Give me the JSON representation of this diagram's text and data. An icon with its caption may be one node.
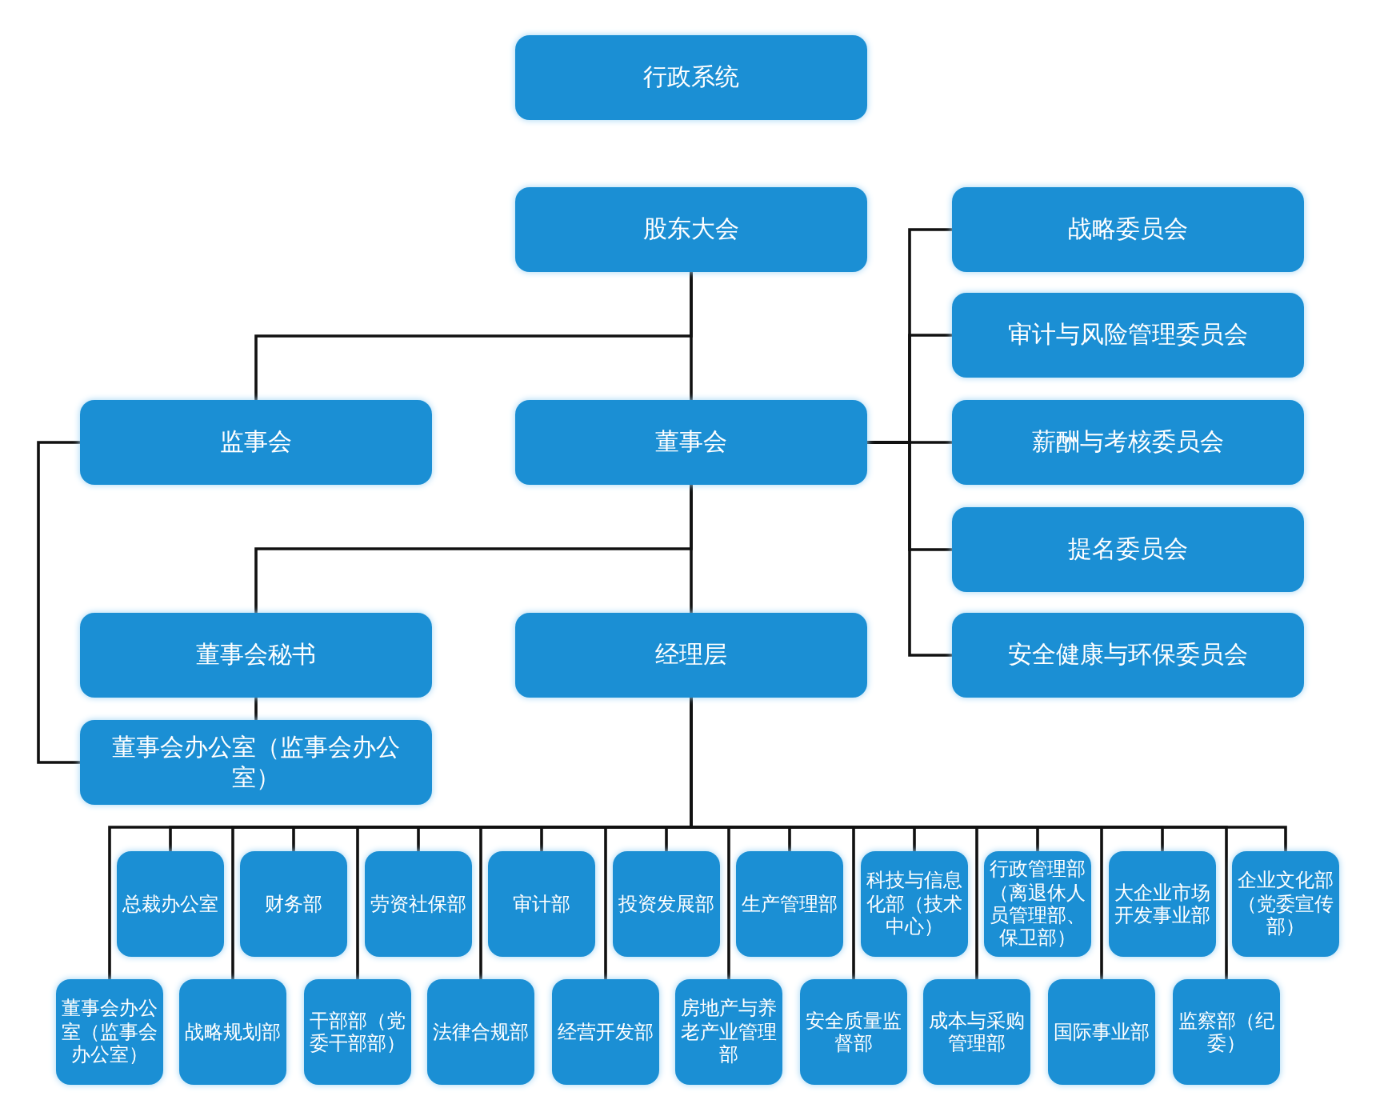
{
  "diagram": {
    "nodes": [
      {
        "text": [
          "行政系统"
        ]
      },
      {
        "text": [
          "股东大会"
        ]
      },
      {
        "text": [
          "监事会"
        ]
      },
      {
        "text": [
          "董事会"
        ]
      },
      {
        "text": [
          "战略委员会"
        ]
      },
      {
        "text": [
          "审计与风险管理委员会"
        ]
      },
      {
        "text": [
          "薪酬与考核委员会"
        ]
      },
      {
        "text": [
          "提名委员会"
        ]
      },
      {
        "text": [
          "安全健康与环保委员会"
        ]
      },
      {
        "text": [
          "董事会秘书"
        ]
      },
      {
        "text": [
          "经理层"
        ]
      },
      {
        "text": [
          "董事会办公室（监事会办公室）"
        ]
      },
      {
        "text": [
          "总裁办公室"
        ]
      },
      {
        "text": [
          "财务部"
        ]
      },
      {
        "text": [
          "劳资社保部"
        ]
      },
      {
        "text": [
          "审计部"
        ]
      },
      {
        "text": [
          "投资发展部"
        ]
      },
      {
        "text": [
          "生产管理部"
        ]
      },
      {
        "text": [
          "科技与信息化部（技术中心）"
        ]
      },
      {
        "text": [
          "行政管理部（离退休人员管理部、保卫部）"
        ]
      },
      {
        "text": [
          "大企业市场开发事业部"
        ]
      },
      {
        "text": [
          "企业文化部（党委宣传部）"
        ]
      },
      {
        "text": [
          "董事会办公室（监事会办公室）"
        ]
      },
      {
        "text": [
          "战略规划部"
        ]
      },
      {
        "text": [
          "干部部（党委干部部）"
        ]
      },
      {
        "text": [
          "法律合规部"
        ]
      },
      {
        "text": [
          "经营开发部"
        ]
      },
      {
        "text": [
          "房地产与养老产业管理部"
        ]
      },
      {
        "text": [
          "安全质量监督部"
        ]
      },
      {
        "text": [
          "成本与采购管理部"
        ]
      },
      {
        "text": [
          "国际事业部"
        ]
      },
      {
        "text": [
          "监察部（纪委）"
        ]
      }
    ],
    "edges": [
      {
        "from": 1,
        "to": 2,
        "arrow": "none"
      },
      {
        "from": 1,
        "to": 3,
        "arrow": "none"
      },
      {
        "from": 3,
        "to": 4,
        "arrow": "none"
      },
      {
        "from": 3,
        "to": 5,
        "arrow": "none"
      },
      {
        "from": 3,
        "to": 6,
        "arrow": "none"
      },
      {
        "from": 3,
        "to": 7,
        "arrow": "none"
      },
      {
        "from": 3,
        "to": 8,
        "arrow": "none"
      },
      {
        "from": 3,
        "to": 9,
        "arrow": "none"
      },
      {
        "from": 3,
        "to": 10,
        "arrow": "none"
      },
      {
        "from": 9,
        "to": 11,
        "arrow": "none"
      },
      {
        "from": 2,
        "to": 11,
        "arrow": "none"
      },
      {
        "from": 10,
        "to": 12,
        "arrow": "none"
      },
      {
        "from": 10,
        "to": 13,
        "arrow": "none"
      },
      {
        "from": 10,
        "to": 14,
        "arrow": "none"
      },
      {
        "from": 10,
        "to": 15,
        "arrow": "none"
      },
      {
        "from": 10,
        "to": 16,
        "arrow": "none"
      },
      {
        "from": 10,
        "to": 17,
        "arrow": "none"
      },
      {
        "from": 10,
        "to": 18,
        "arrow": "none"
      },
      {
        "from": 10,
        "to": 19,
        "arrow": "none"
      },
      {
        "from": 10,
        "to": 20,
        "arrow": "none"
      },
      {
        "from": 10,
        "to": 21,
        "arrow": "none"
      },
      {
        "from": 10,
        "to": 22,
        "arrow": "none"
      },
      {
        "from": 10,
        "to": 23,
        "arrow": "none"
      },
      {
        "from": 10,
        "to": 24,
        "arrow": "none"
      },
      {
        "from": 10,
        "to": 25,
        "arrow": "none"
      },
      {
        "from": 10,
        "to": 26,
        "arrow": "none"
      },
      {
        "from": 10,
        "to": 27,
        "arrow": "none"
      },
      {
        "from": 10,
        "to": 28,
        "arrow": "none"
      },
      {
        "from": 10,
        "to": 29,
        "arrow": "none"
      },
      {
        "from": 10,
        "to": 30,
        "arrow": "none"
      },
      {
        "from": 10,
        "to": 31,
        "arrow": "none"
      }
    ]
  }
}
